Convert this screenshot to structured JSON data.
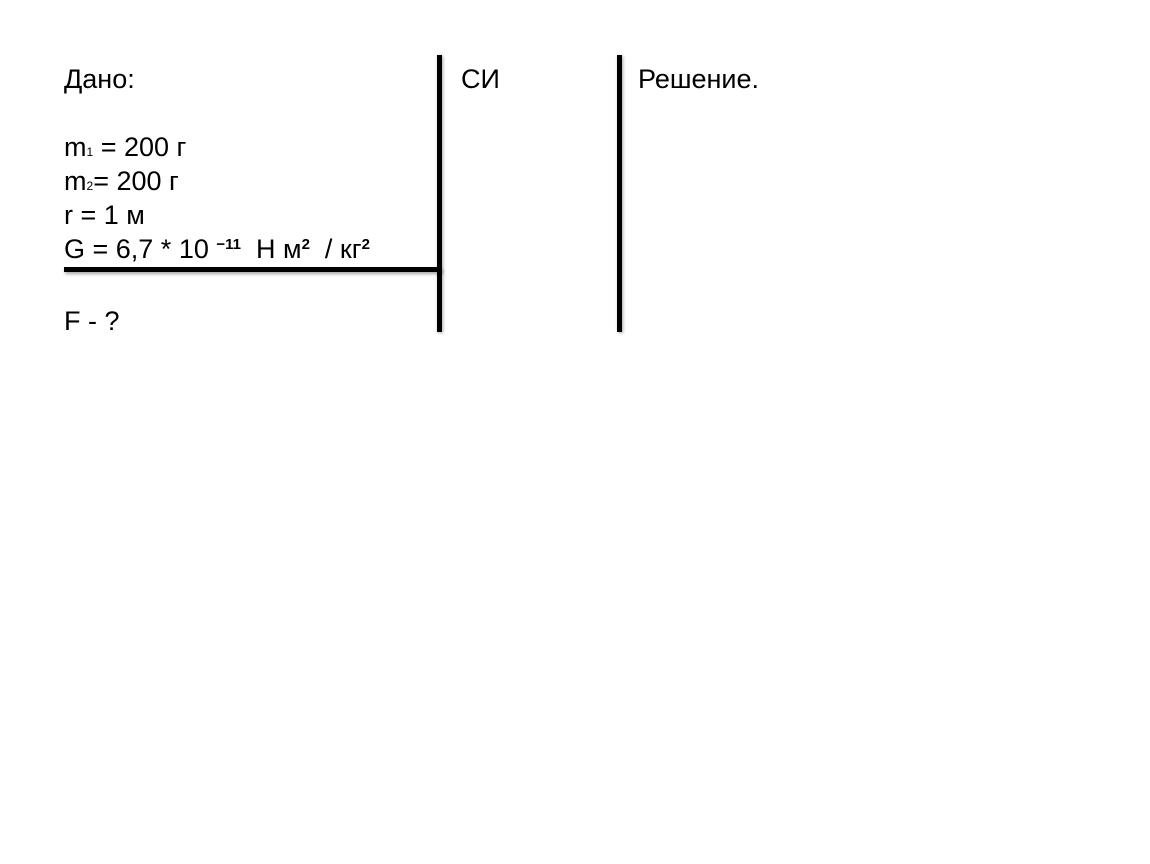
{
  "given": {
    "heading": "Дано:",
    "m1": {
      "symbol": "m",
      "index": "1",
      "rest": " = 200 г"
    },
    "m2": {
      "symbol": "m",
      "index": "2",
      "rest": "= 200 г"
    },
    "r": "r = 1 м",
    "G": {
      "base": "G = 6,7 * 10 ",
      "exponent": "−11",
      "unit_num": "  Н м",
      "unit_num_exp": "2",
      "unit_sep": "  / кг",
      "unit_den_exp": "2"
    },
    "find": "F - ?"
  },
  "si": {
    "heading": "СИ"
  },
  "solution": {
    "heading": "Решение."
  }
}
